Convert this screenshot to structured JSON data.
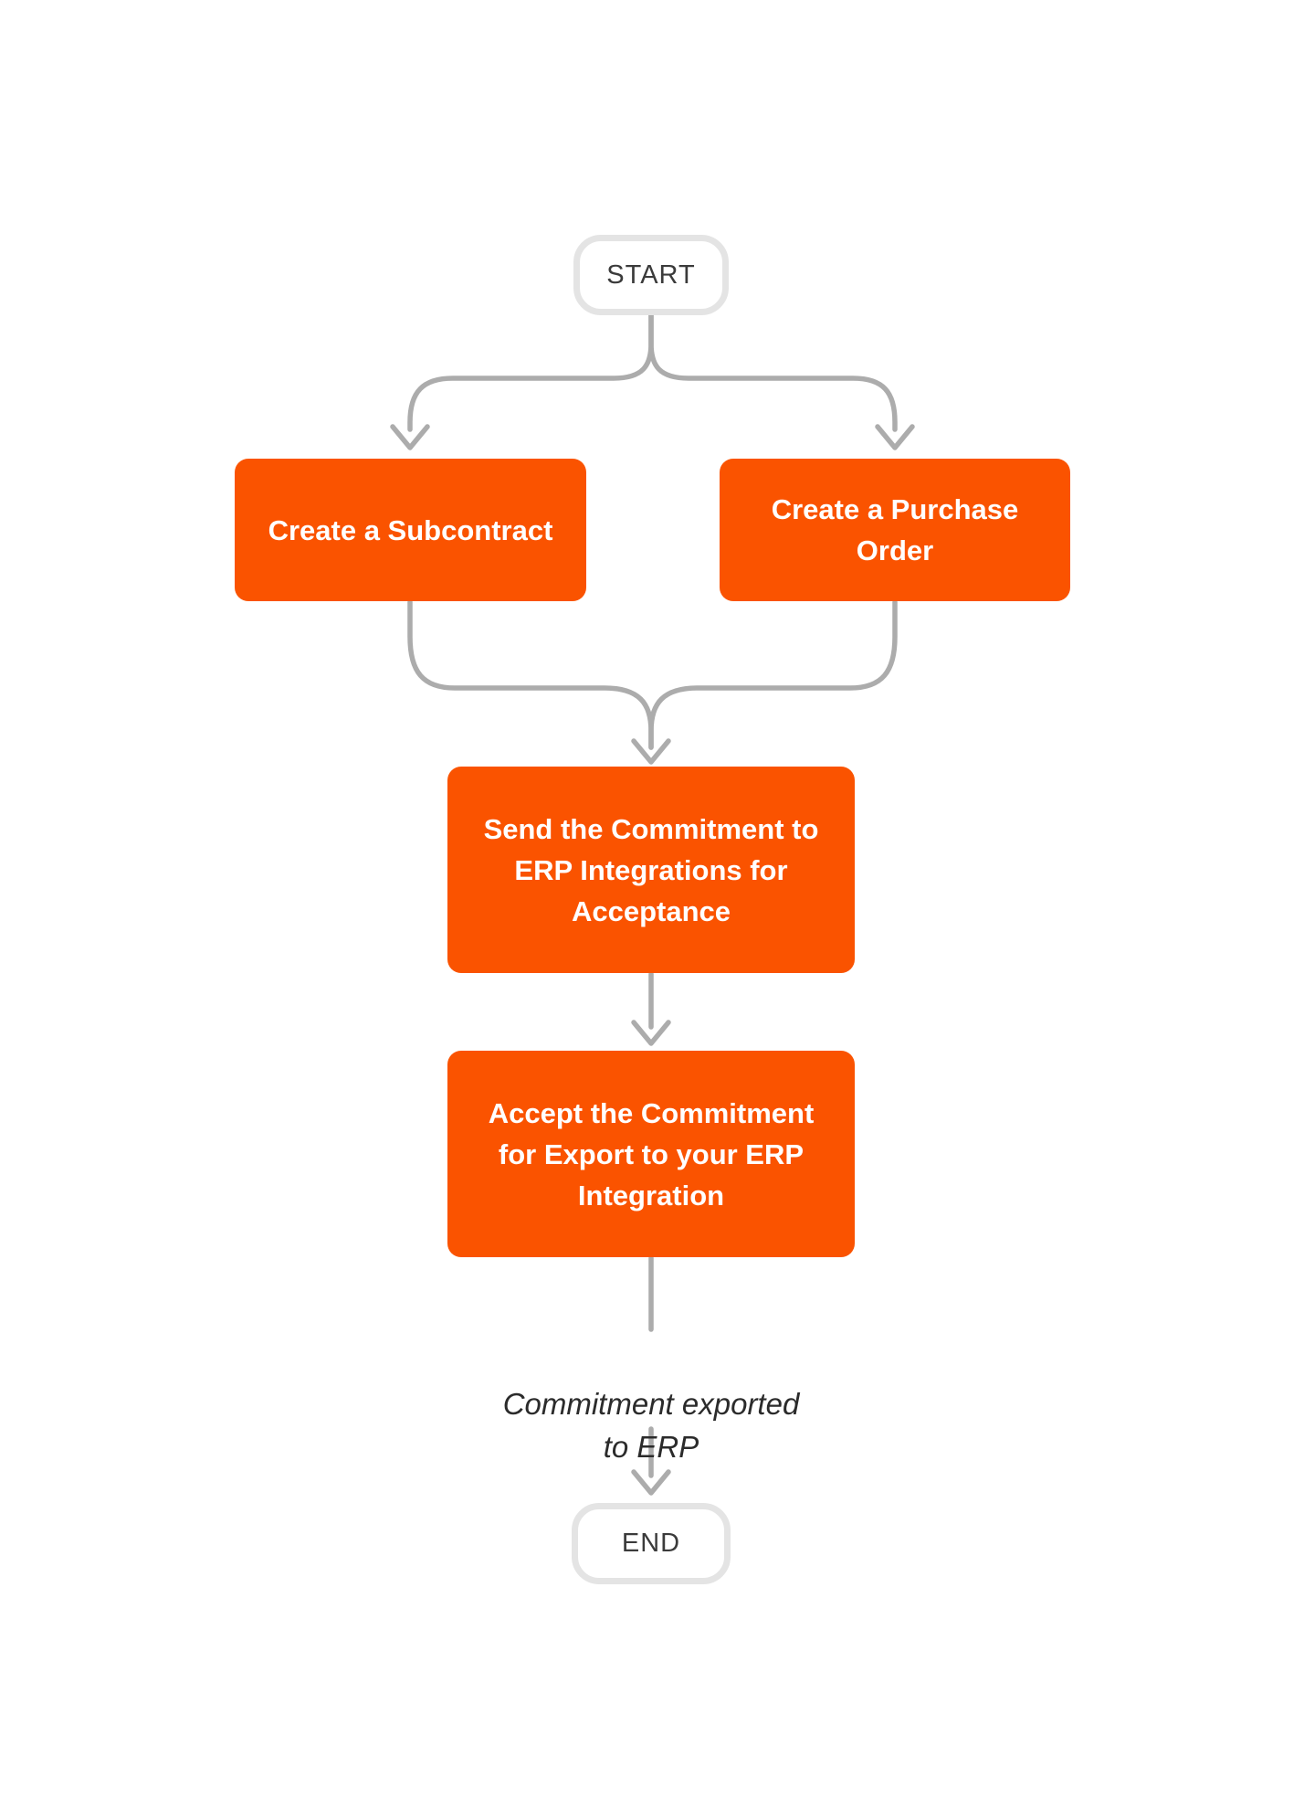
{
  "diagram": {
    "type": "flowchart",
    "colors": {
      "node_fill": "#FA5300",
      "node_text": "#FFFFFF",
      "terminal_fill": "#FFFFFF",
      "terminal_border": "#E4E4E4",
      "terminal_text": "#3B3B3B",
      "connector": "#ACACAC",
      "annotation_text": "#2B2B2B",
      "background": "#FFFFFF"
    },
    "nodes": {
      "start": {
        "label": "START",
        "type": "terminal"
      },
      "subcontract": {
        "label": "Create a Subcontract",
        "type": "process"
      },
      "purchase_order": {
        "label": "Create a Purchase\nOrder",
        "type": "process"
      },
      "send": {
        "label": "Send the Commitment to\nERP Integrations for\nAcceptance",
        "type": "process"
      },
      "accept": {
        "label": "Accept the Commitment\nfor Export to your ERP\nIntegration",
        "type": "process"
      },
      "exported_note": {
        "label": "Commitment exported\nto ERP",
        "type": "annotation"
      },
      "end": {
        "label": "END",
        "type": "terminal"
      }
    },
    "edges": [
      {
        "from": "start",
        "to": "subcontract"
      },
      {
        "from": "start",
        "to": "purchase_order"
      },
      {
        "from": "subcontract",
        "to": "send"
      },
      {
        "from": "purchase_order",
        "to": "send"
      },
      {
        "from": "send",
        "to": "accept"
      },
      {
        "from": "accept",
        "to": "exported_note"
      },
      {
        "from": "exported_note",
        "to": "end"
      }
    ]
  }
}
